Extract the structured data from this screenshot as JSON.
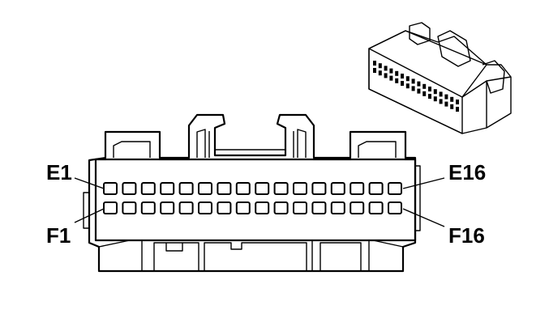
{
  "diagram": {
    "labels": {
      "row_e_first": "E1",
      "row_e_last": "E16",
      "row_f_first": "F1",
      "row_f_last": "F16"
    },
    "rows": 2,
    "pins_per_row": 16,
    "colors": {
      "line": "#000000",
      "background": "#ffffff"
    }
  }
}
